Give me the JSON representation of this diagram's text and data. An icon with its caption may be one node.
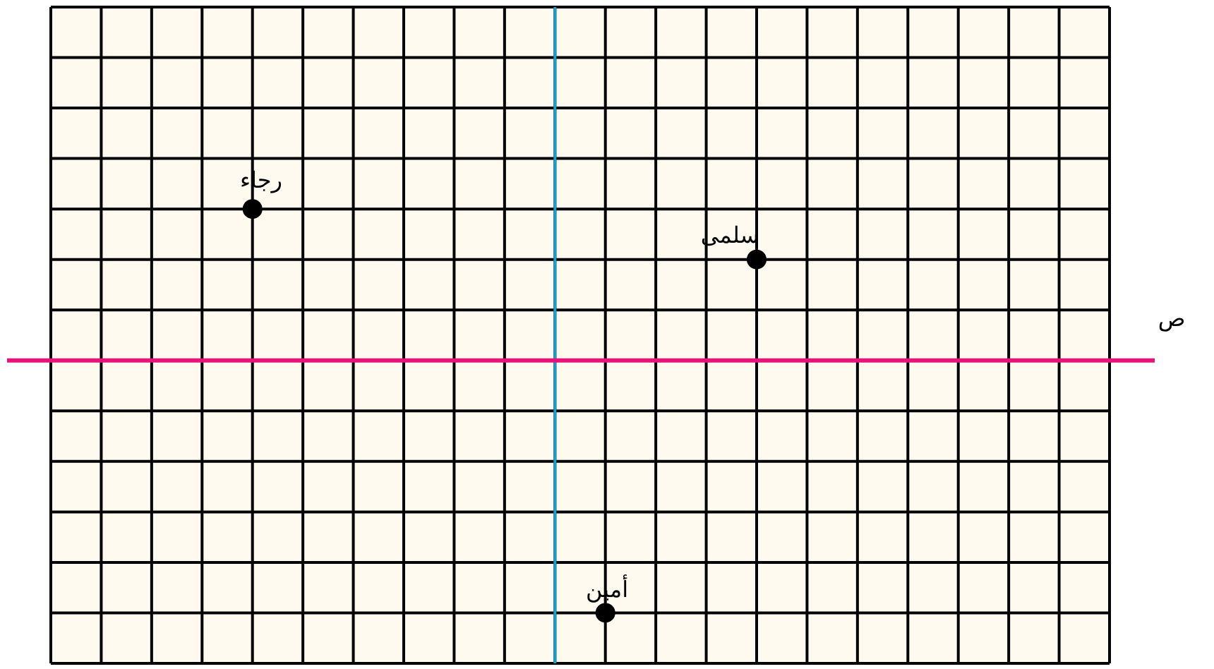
{
  "diagram": {
    "nodes": [
      {
        "text": [
          "رجاء"
        ]
      },
      {
        "text": [
          "سلمى"
        ]
      },
      {
        "text": [
          "أمين"
        ]
      }
    ],
    "labels": [
      "ص"
    ]
  }
}
